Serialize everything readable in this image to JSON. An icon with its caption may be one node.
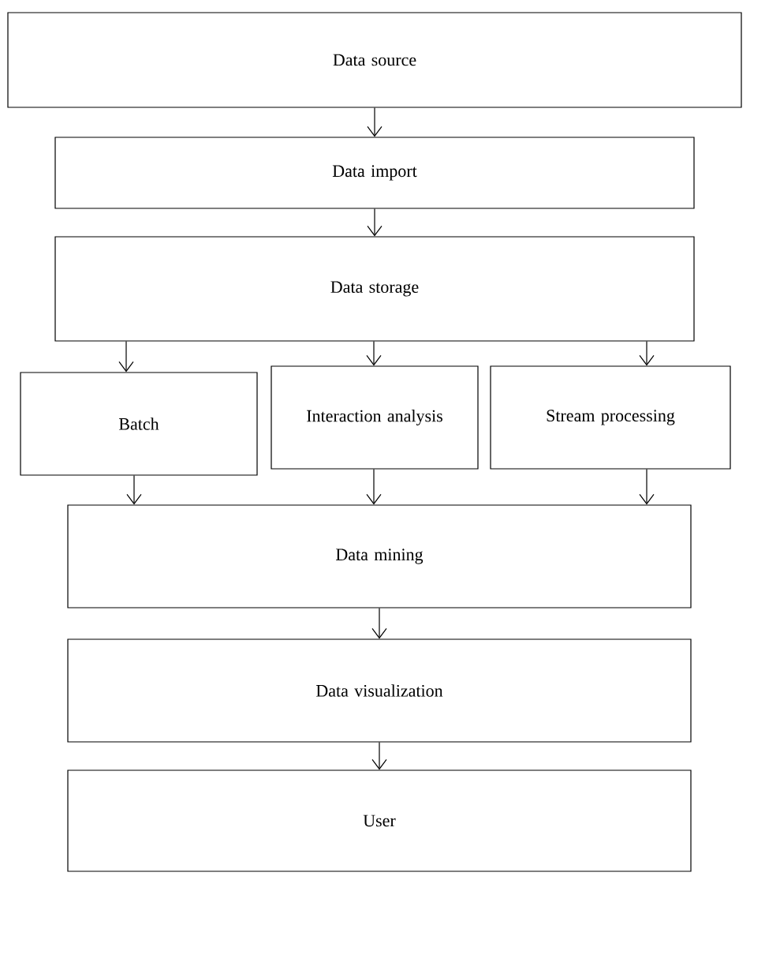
{
  "diagram": {
    "nodes": [
      {
        "text": [
          "Data source"
        ]
      },
      {
        "text": [
          "Data import"
        ]
      },
      {
        "text": [
          "Data storage"
        ]
      },
      {
        "text": [
          "Batch"
        ]
      },
      {
        "text": [
          "Interaction analysis"
        ]
      },
      {
        "text": [
          "Stream processing"
        ]
      },
      {
        "text": [
          "Data mining"
        ]
      },
      {
        "text": [
          "Data visualization"
        ]
      },
      {
        "text": [
          "User"
        ]
      }
    ],
    "edges": [
      {
        "from": 0,
        "to": 1,
        "arrow": "to"
      },
      {
        "from": 1,
        "to": 2,
        "arrow": "to"
      },
      {
        "from": 2,
        "to": 3,
        "arrow": "to"
      },
      {
        "from": 2,
        "to": 4,
        "arrow": "to"
      },
      {
        "from": 2,
        "to": 5,
        "arrow": "to"
      },
      {
        "from": 3,
        "to": 6,
        "arrow": "to"
      },
      {
        "from": 4,
        "to": 6,
        "arrow": "to"
      },
      {
        "from": 5,
        "to": 6,
        "arrow": "to"
      },
      {
        "from": 6,
        "to": 7,
        "arrow": "to"
      },
      {
        "from": 7,
        "to": 8,
        "arrow": "to"
      }
    ]
  }
}
